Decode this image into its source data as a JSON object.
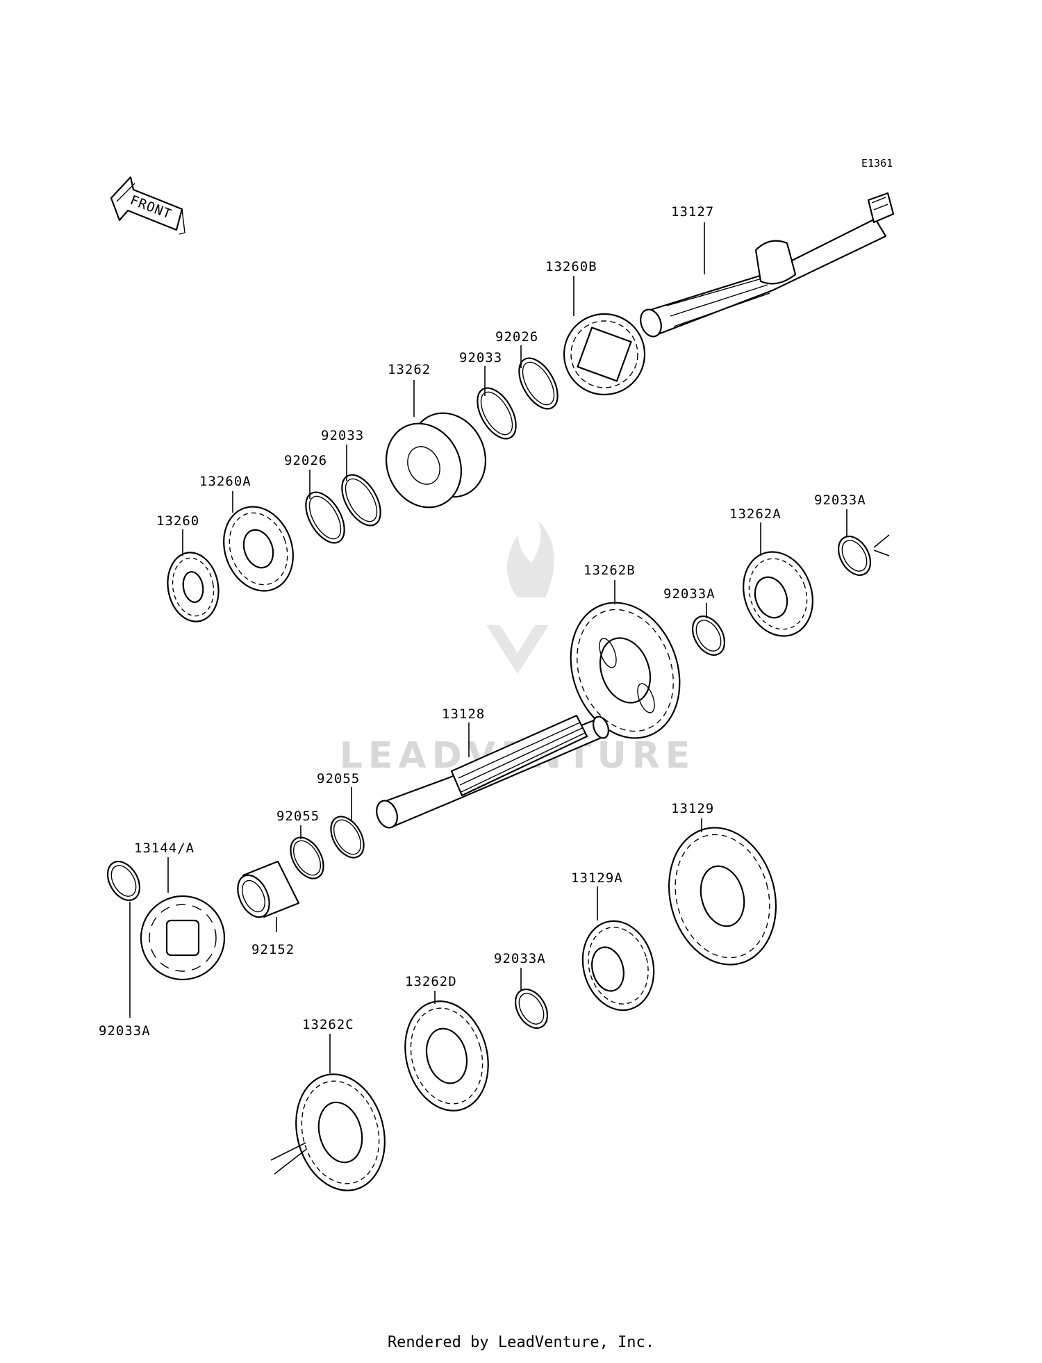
{
  "diagram": {
    "code": "E1361",
    "front_label": "FRONT",
    "watermark": "LEADVENTURE",
    "footer": "Rendered by LeadVenture, Inc."
  },
  "parts": [
    {
      "label": "13127"
    },
    {
      "label": "13260B"
    },
    {
      "label": "92026"
    },
    {
      "label": "92033"
    },
    {
      "label": "13262"
    },
    {
      "label": "92033"
    },
    {
      "label": "92026"
    },
    {
      "label": "13260A"
    },
    {
      "label": "13260"
    },
    {
      "label": "13262A"
    },
    {
      "label": "92033A"
    },
    {
      "label": "13262B"
    },
    {
      "label": "92033A"
    },
    {
      "label": "13128"
    },
    {
      "label": "92055"
    },
    {
      "label": "92055"
    },
    {
      "label": "13144/A"
    },
    {
      "label": "92152"
    },
    {
      "label": "92033A"
    },
    {
      "label": "13129"
    },
    {
      "label": "13129A"
    },
    {
      "label": "92033A"
    },
    {
      "label": "13262D"
    },
    {
      "label": "13262C"
    }
  ]
}
